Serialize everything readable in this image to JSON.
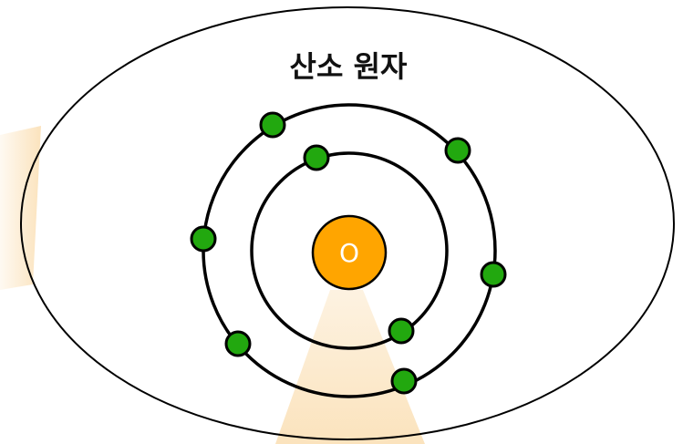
{
  "title": "산소 원자",
  "nucleus": {
    "label": "O",
    "color": "#ffa500"
  },
  "shells": [
    {
      "name": "inner-shell",
      "electron_count": 2
    },
    {
      "name": "outer-shell",
      "electron_count": 6
    }
  ],
  "electron_color": "#22a80f",
  "beam_color": "#fbe6c4"
}
